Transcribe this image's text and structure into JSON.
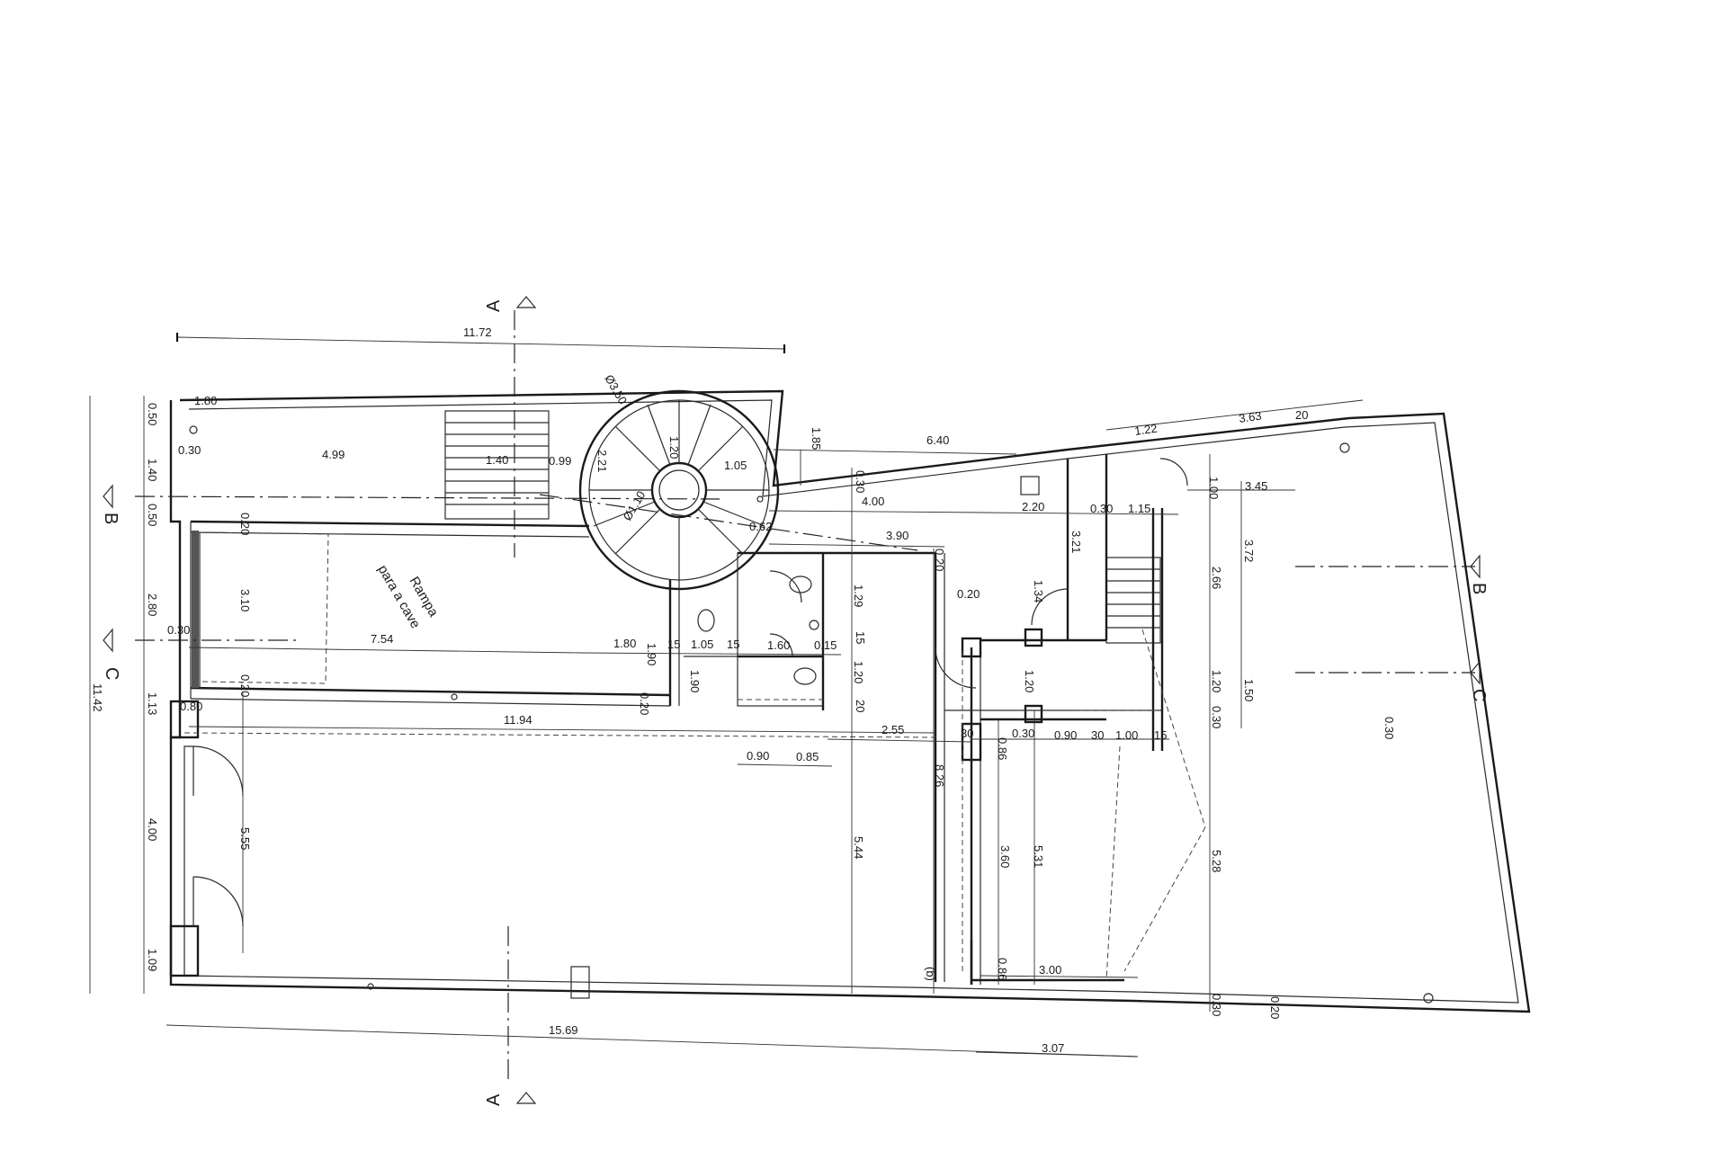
{
  "plan": {
    "section_marks": {
      "a": "A",
      "b": "B",
      "c": "C"
    },
    "ramp_label_1": "Rampa",
    "ramp_label_2": "para a cave",
    "marker_b_door": "(b)",
    "overall_left_label": "C",
    "overall_left_value": "11.42",
    "phi_large": "Ø3.50",
    "phi_small": "Ø1.10"
  },
  "dims": {
    "top_1172": "11.72",
    "top_640": "6.40",
    "top_122": "1.22",
    "top_363": "3.63",
    "top_20": "20",
    "r_030": "0.30",
    "r_499": "4.99",
    "r_140a": "1.40",
    "r_099": "0.99",
    "r_221": "2.21",
    "r_120a": "1.20",
    "r_105a": "1.05",
    "r_185": "1.85",
    "r_400a": "4.00",
    "r_390": "3.90",
    "r_062": "0.62",
    "r_220": "2.20",
    "r_030b": "0.30",
    "r_115a": "1.15",
    "r_100a": "1.00",
    "r_345": "3.45",
    "r_372": "3.72",
    "r_266": "2.66",
    "r_321": "3.21",
    "r_134": "1.34",
    "r_020a": "0.20",
    "r_020b": "0.20",
    "r_129": "1.29",
    "r_310": "3.10",
    "r_754": "7.54",
    "r_180": "1.80",
    "r_190a": "1.90",
    "r_15a": "15",
    "r_105b": "1.05",
    "r_15b": "15",
    "r_160": "1.60",
    "r_015": "0.15",
    "r_15c": "15",
    "r_190b": "1.90",
    "r_120b": "1.20",
    "r_20c": "20",
    "r_120c": "1.20",
    "r_120d": "1.20",
    "r_150": "1.50",
    "r_030c": "0.30",
    "r_1194": "11.94",
    "r_255": "2.55",
    "r_090a": "0.90",
    "r_085": "0.85",
    "r_30a": "30",
    "r_030d": "0.30",
    "r_090b": "0.90",
    "r_30b": "30",
    "r_100b": "1.00",
    "r_15d": "15",
    "r_086a": "0.86",
    "r_826": "8.26",
    "r_544": "5.44",
    "r_360": "3.60",
    "r_531": "5.31",
    "r_528": "5.28",
    "r_086b": "0.86",
    "r_300": "3.00",
    "r_030e": "0.30",
    "r_020c": "0.20",
    "r_555": "5.55",
    "r_020d": "0.20",
    "r_020e": "0.20",
    "r_080": "0.80",
    "r_030f": "0.30",
    "r_1569": "15.69",
    "r_307": "3.07",
    "l_050a": "0.50",
    "l_140": "1.40",
    "l_050b": "0.50",
    "l_280": "2.80",
    "l_113": "1.13",
    "l_400": "4.00",
    "l_109": "1.09",
    "r_180b": "1.80",
    "r_020f": "0.20",
    "r_030g": "0.30"
  }
}
